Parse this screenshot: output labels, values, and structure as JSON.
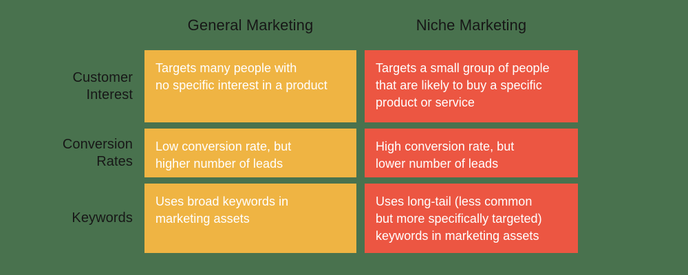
{
  "background_color": "#49724e",
  "palette": {
    "background": "#49724e",
    "general_column": "#efb443",
    "niche_column": "#ec5642",
    "cell_text": "#ffffff",
    "label_text": "#171717"
  },
  "table": {
    "column_headers": [
      {
        "label": "General Marketing"
      },
      {
        "label": "Niche Marketing"
      }
    ],
    "rows": [
      {
        "label": "Customer\nInterest",
        "general": "Targets many people with\nno specific interest in a product",
        "niche": "Targets a small group of people\nthat are likely to buy a specific\nproduct or service"
      },
      {
        "label": "Conversion\nRates",
        "general": "Low conversion rate, but\nhigher number of leads",
        "niche": "High conversion rate, but\nlower number of leads"
      },
      {
        "label": "Keywords",
        "general": "Uses broad keywords in\nmarketing assets",
        "niche": "Uses long-tail (less common\nbut more specifically targeted)\nkeywords in marketing assets"
      }
    ]
  }
}
